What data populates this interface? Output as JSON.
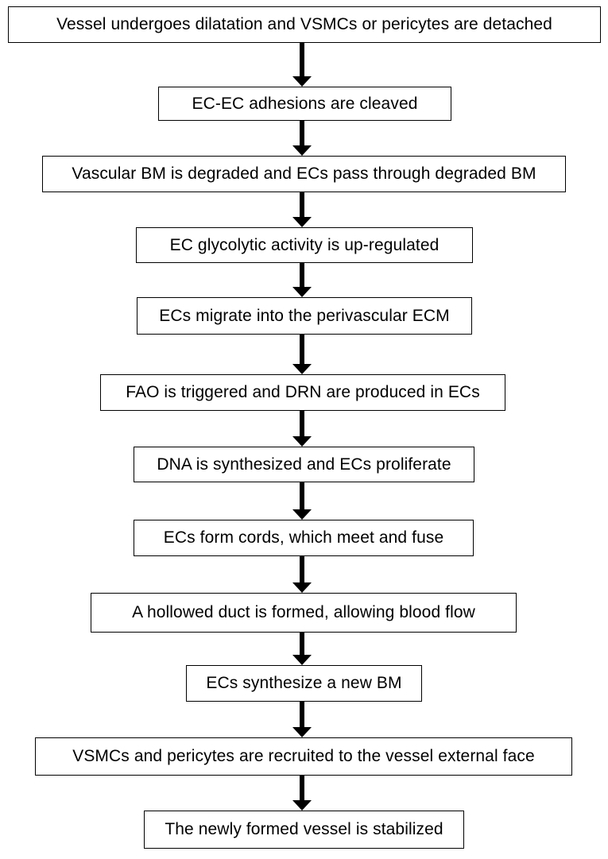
{
  "steps": [
    "Vessel undergoes dilatation and VSMCs or pericytes are detached",
    "EC-EC adhesions are cleaved",
    "Vascular BM is degraded and ECs pass through degraded BM",
    "EC glycolytic activity is up-regulated",
    "ECs migrate into the perivascular ECM",
    "FAO is triggered and DRN are produced in ECs",
    "DNA  is synthesized and ECs proliferate",
    "ECs form cords, which meet and fuse",
    "A hollowed duct is formed, allowing blood flow",
    "ECs synthesize a new BM",
    "VSMCs and pericytes are recruited to the vessel external face",
    "The newly formed vessel is stabilized"
  ]
}
